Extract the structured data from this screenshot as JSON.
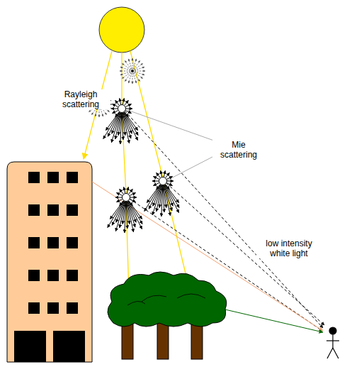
{
  "diagram": {
    "labels": [
      "Rayleigh scattering",
      "Mie scattering",
      "low intensity white light"
    ]
  }
}
